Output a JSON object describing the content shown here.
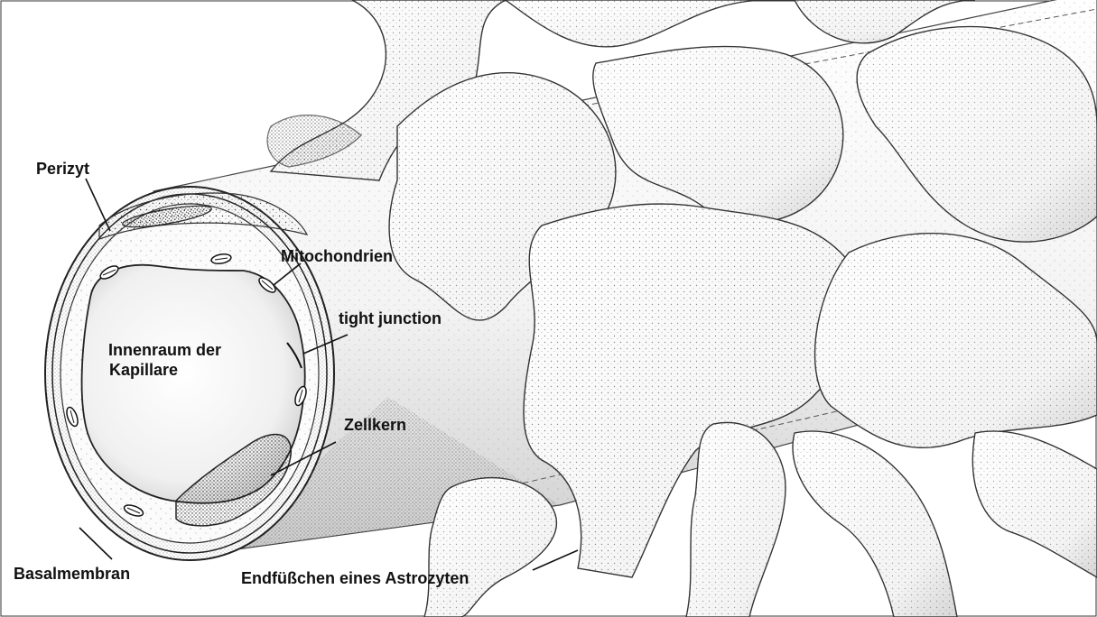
{
  "labels": {
    "perizyt": "Perizyt",
    "mitochondrien": "Mitochondrien",
    "tight_junction": "tight junction",
    "innenraum_line1": "Innenraum der",
    "innenraum_line2": "Kapillare",
    "zellkern": "Zellkern",
    "basalmembran": "Basalmembran",
    "endfuesschen": "Endfüßchen eines Astrozyten"
  }
}
